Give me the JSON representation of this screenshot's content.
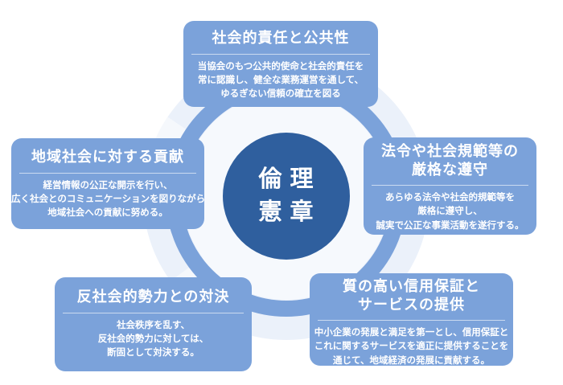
{
  "diagram_title": "倫理憲章",
  "center": {
    "title": "倫 理\n憲 章"
  },
  "boxes": {
    "top": {
      "title": "社会的責任と公共性",
      "body": "当協会のもつ公共的使命と社会的責任を\n常に認識し、健全な業務運営を通して、\nゆるぎない信頼の確立を図る"
    },
    "left": {
      "title": "地域社会に対する貢献",
      "body": "経営情報の公正な開示を行い、\n広く社会とのコミュニケーションを図りながら\n地域社会への貢献に努める。"
    },
    "right": {
      "title": "法令や社会規範等の\n厳格な遵守",
      "body": "あらゆる法令や社会的規範等を\n厳格に遵守し、\n誠実で公正な事業活動を遂行する。"
    },
    "bottom_left": {
      "title": "反社会的勢力との対決",
      "body": "社会秩序を乱す、\n反社会的勢力に対しては、\n断固として対決する。"
    },
    "bottom_right": {
      "title": "質の高い信用保証と\nサービスの提供",
      "body": "中小企業の発展と満足を第一とし、信用保証と\nこれに関するサービスを適正に提供することを\n通じて、地域経済の発展に貢献する。"
    }
  },
  "colors": {
    "box-color": "#7BA2DA",
    "ring-color": "#7BA2DA",
    "halo-color": "#EBF1FA",
    "inner-color": "#F6F9FD",
    "center-color": "#2F5F9E",
    "text-color": "#FFFFFF"
  }
}
